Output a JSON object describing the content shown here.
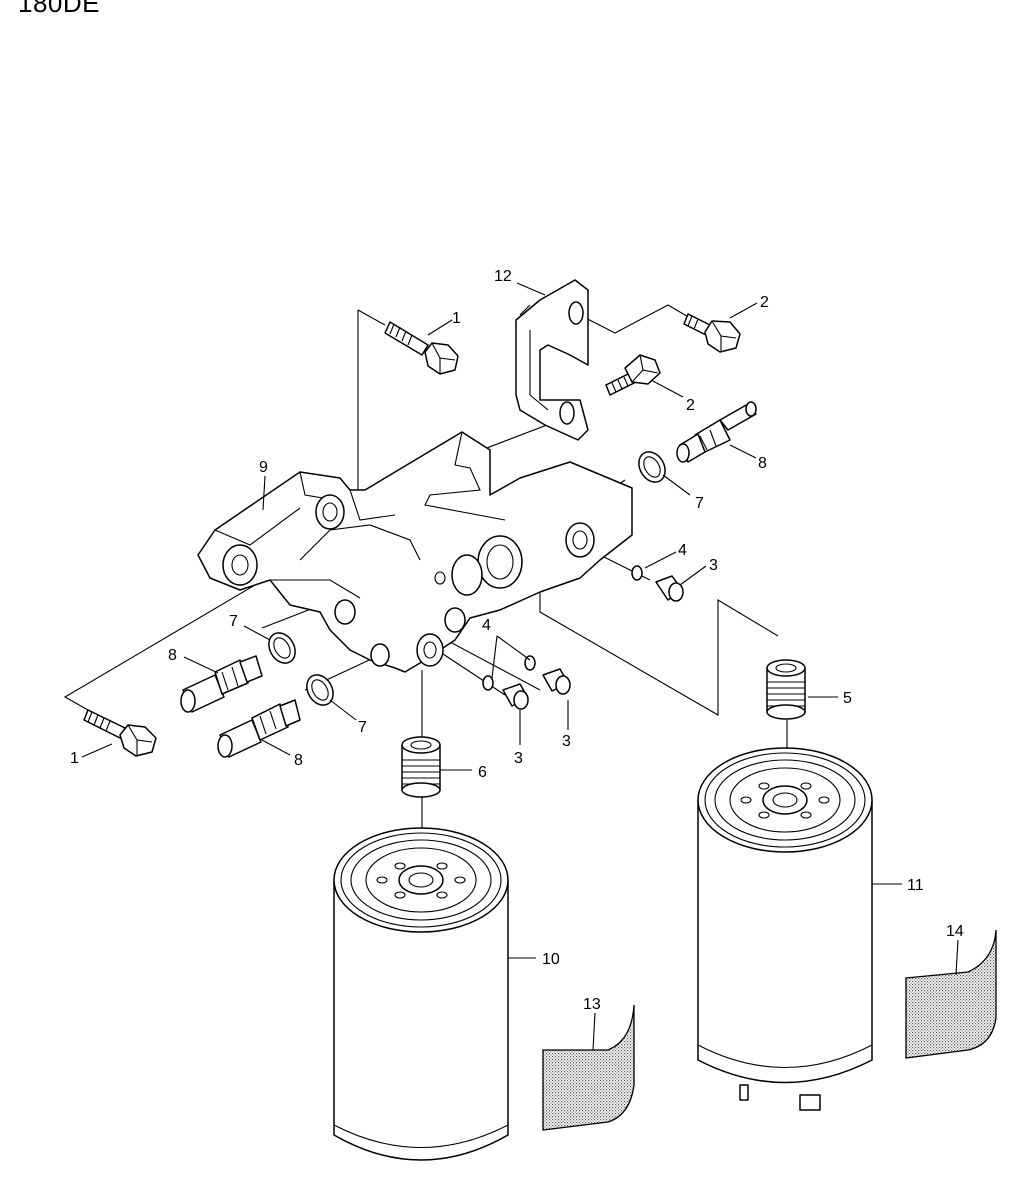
{
  "title": "180DE",
  "callouts": [
    {
      "n": "1",
      "key": "bolt_top"
    },
    {
      "n": "1",
      "key": "bolt_bottom"
    },
    {
      "n": "2",
      "key": "bolt_bracket_upper"
    },
    {
      "n": "2",
      "key": "bolt_bracket_lower"
    },
    {
      "n": "3",
      "key": "plug_right"
    },
    {
      "n": "3",
      "key": "plug_mid"
    },
    {
      "n": "3",
      "key": "plug_lower"
    },
    {
      "n": "4",
      "key": "oring_right"
    },
    {
      "n": "4",
      "key": "oring_mid"
    },
    {
      "n": "5",
      "key": "nipple_right"
    },
    {
      "n": "6",
      "key": "nipple_left"
    },
    {
      "n": "7",
      "key": "washer_right"
    },
    {
      "n": "7",
      "key": "washer_left_upper"
    },
    {
      "n": "7",
      "key": "washer_left_lower"
    },
    {
      "n": "8",
      "key": "fitting_right"
    },
    {
      "n": "8",
      "key": "fitting_left_upper"
    },
    {
      "n": "8",
      "key": "fitting_left_lower"
    },
    {
      "n": "9",
      "key": "filter_head"
    },
    {
      "n": "10",
      "key": "filter_left"
    },
    {
      "n": "11",
      "key": "filter_right"
    },
    {
      "n": "12",
      "key": "bracket"
    },
    {
      "n": "13",
      "key": "label_left"
    },
    {
      "n": "14",
      "key": "label_right"
    }
  ]
}
